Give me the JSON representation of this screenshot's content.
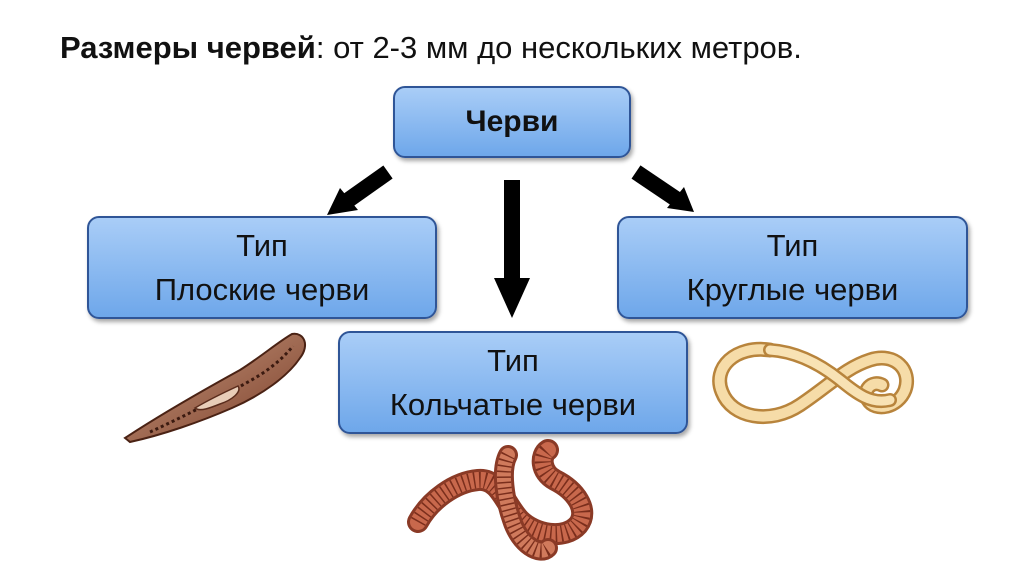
{
  "heading": {
    "bold": "Размеры червей",
    "rest": ": от 2-3 мм до нескольких метров."
  },
  "root": {
    "label": "Черви"
  },
  "types": [
    {
      "line1": "Тип",
      "line2": "Плоские черви"
    },
    {
      "line1": "Тип",
      "line2": "Кольчатые черви"
    },
    {
      "line1": "Тип",
      "line2": "Круглые черви"
    }
  ],
  "colors": {
    "box_top": "#a9cdf7",
    "box_bottom": "#6ea7ea",
    "box_border": "#2f5597",
    "arrow": "#000000"
  },
  "icons": [
    "flatworm-illustration",
    "earthworm-illustration",
    "roundworm-illustration"
  ]
}
